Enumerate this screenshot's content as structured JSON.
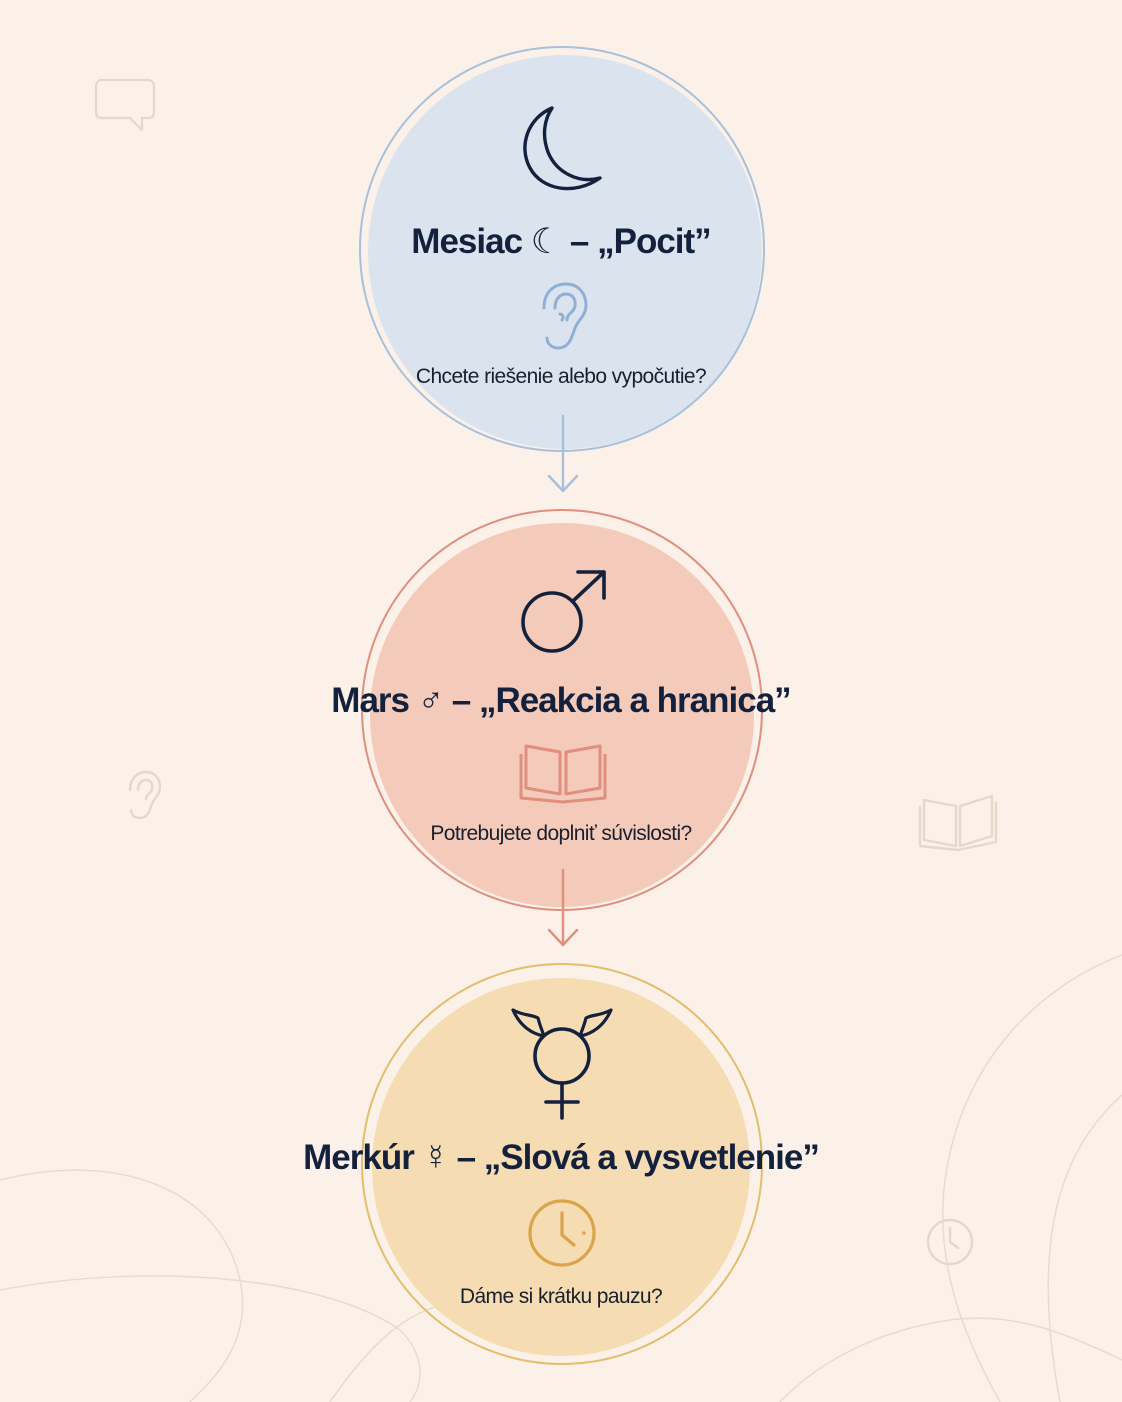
{
  "colors": {
    "background": "#fbf1e8",
    "moon_fill": "#dbe4ee",
    "moon_ring": "#a7c0dc",
    "mars_fill": "#f4cbba",
    "mars_ring": "#e08e7e",
    "mercury_fill": "#f6dcb3",
    "mercury_ring": "#e2bd6c",
    "text": "#14213d"
  },
  "steps": [
    {
      "planet": "Mesiac",
      "glyph": "☾",
      "dash": "–",
      "label": "„Pocit”",
      "icon": "crescent-moon-icon",
      "hint_icon": "ear-icon",
      "question": "Chcete riešenie alebo vypočutie?"
    },
    {
      "planet": "Mars",
      "glyph": "♂",
      "dash": "–",
      "label": "„Reakcia a hranica”",
      "icon": "mars-symbol-icon",
      "hint_icon": "open-book-icon",
      "question": "Potrebujete doplniť súvislosti?"
    },
    {
      "planet": "Merkúr",
      "glyph": "☿",
      "dash": "–",
      "label": "„Slová a vysvetlenie”",
      "icon": "mercury-symbol-icon",
      "hint_icon": "clock-icon",
      "question": "Dáme si krátku pauzu?"
    }
  ],
  "decorations": [
    "speech-bubble-icon",
    "ear-icon",
    "open-book-icon",
    "clock-icon"
  ]
}
